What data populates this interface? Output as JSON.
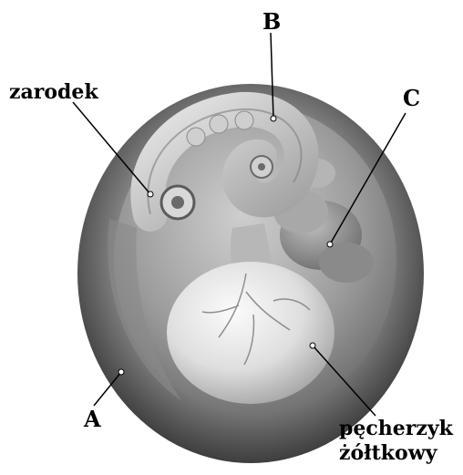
{
  "labels": {
    "embryo": "zarodek",
    "b": "B",
    "c": "C",
    "a": "A",
    "yolk_sac_line1": "pęcherzyk",
    "yolk_sac_line2": "żółtkowy"
  }
}
